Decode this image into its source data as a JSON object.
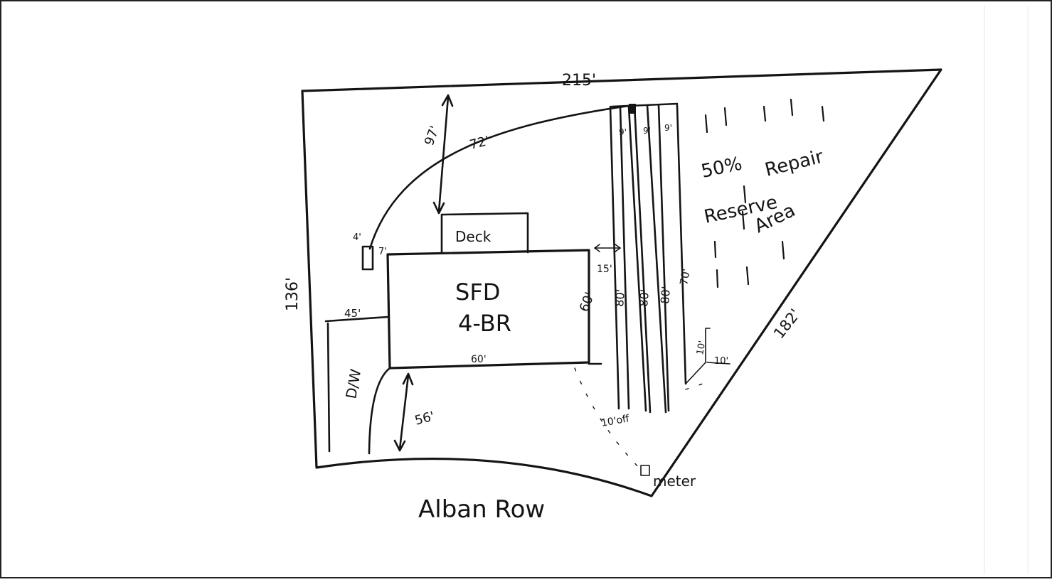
{
  "site_plan": {
    "dimensions": {
      "top_edge": "215'",
      "left_edge": "136'",
      "diagonal_edge": "182'",
      "rear_setback": "97'",
      "utility_arc": "72'",
      "service_box_left": "4'",
      "service_box_right": "7'",
      "house_right_offset": "15'",
      "house_depth": "60'",
      "house_width": "60'",
      "outbuilding_width": "45'",
      "front_setback": "56'",
      "strip_1_width": "9'",
      "strip_2_width": "9'",
      "strip_3_width": "9'",
      "strip_1_length": "80'",
      "strip_2_length": "80'",
      "strip_3_length": "80'",
      "repair_area_length": "70'",
      "small_box_height": "10'",
      "small_box_width": "10'",
      "offset_note": "10'off"
    },
    "labels": {
      "deck": "Deck",
      "house_line1": "SFD",
      "house_line2": "4-BR",
      "outbuilding": "D/W",
      "repair_line1": "50%",
      "repair_line2": "Reserve",
      "repair_line3": "Repair",
      "repair_line4": "Area",
      "meter": "meter",
      "street": "Alban Row"
    }
  }
}
